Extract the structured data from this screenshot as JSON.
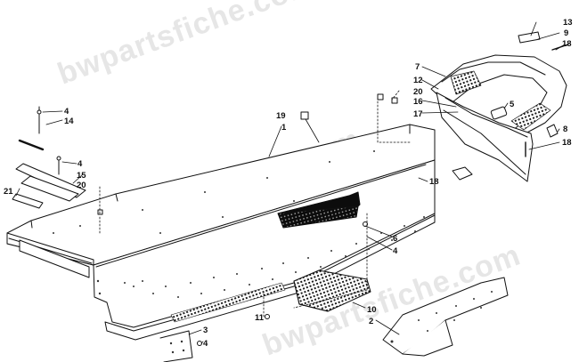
{
  "watermark": "bwpartsfiche.com",
  "colors": {
    "line": "#111111",
    "dots": "#333333",
    "dark_panel": "#0c0c0c",
    "watermark": "#e6e6e6"
  },
  "callouts": [
    {
      "id": "c13",
      "label": "13"
    },
    {
      "id": "c9",
      "label": "9"
    },
    {
      "id": "c18a",
      "label": "18"
    },
    {
      "id": "c7",
      "label": "7"
    },
    {
      "id": "c12",
      "label": "12"
    },
    {
      "id": "c20a",
      "label": "20"
    },
    {
      "id": "c16",
      "label": "16"
    },
    {
      "id": "c17",
      "label": "17"
    },
    {
      "id": "c5",
      "label": "5"
    },
    {
      "id": "c8",
      "label": "8"
    },
    {
      "id": "c18b",
      "label": "18"
    },
    {
      "id": "c19",
      "label": "19"
    },
    {
      "id": "c1",
      "label": "1"
    },
    {
      "id": "c4a",
      "label": "4"
    },
    {
      "id": "c14",
      "label": "14"
    },
    {
      "id": "c4b",
      "label": "4"
    },
    {
      "id": "c15",
      "label": "15"
    },
    {
      "id": "c20b",
      "label": "20"
    },
    {
      "id": "c21",
      "label": "21"
    },
    {
      "id": "c18c",
      "label": "18"
    },
    {
      "id": "c6",
      "label": "6"
    },
    {
      "id": "c4c",
      "label": "4"
    },
    {
      "id": "c10",
      "label": "10"
    },
    {
      "id": "c2",
      "label": "2"
    },
    {
      "id": "c11",
      "label": "11"
    },
    {
      "id": "c3",
      "label": "3"
    },
    {
      "id": "c4d",
      "label": "4"
    }
  ]
}
